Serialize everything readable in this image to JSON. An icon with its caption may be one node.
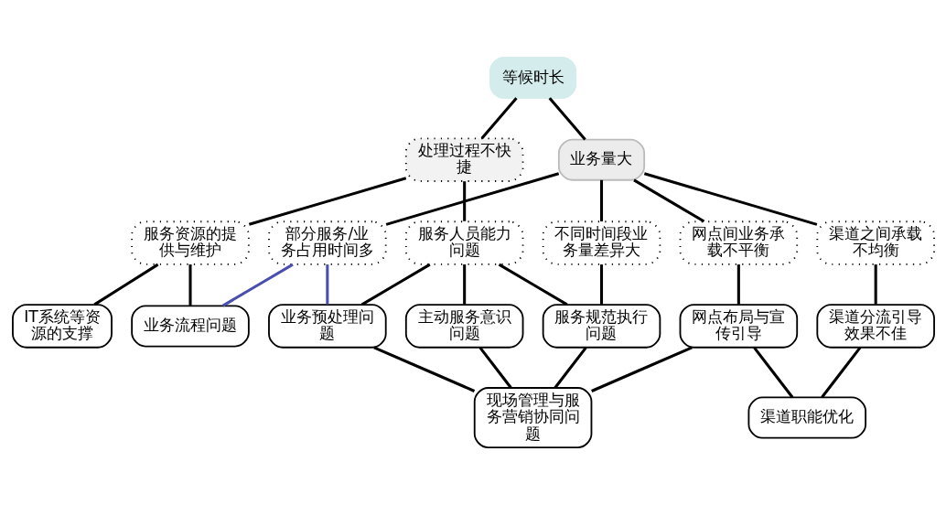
{
  "diagram": {
    "nodes": [
      {
        "text": [
          "等候时长"
        ]
      },
      {
        "text": [
          "处理过程不快捷"
        ]
      },
      {
        "text": [
          "业务量大"
        ]
      },
      {
        "text": [
          "服务资源的提供与维护"
        ]
      },
      {
        "text": [
          "服务人员能力问题"
        ]
      },
      {
        "text": [
          "部分服务/业务占用时间多"
        ]
      },
      {
        "text": [
          "不同时间段业务量差异大"
        ]
      },
      {
        "text": [
          "网点间业务承载不平衡"
        ]
      },
      {
        "text": [
          "渠道之间承载不均衡"
        ]
      },
      {
        "text": [
          "IT系统等资源的支撑"
        ]
      },
      {
        "text": [
          "业务流程问题"
        ]
      },
      {
        "text": [
          "业务预处理问题"
        ]
      },
      {
        "text": [
          "主动服务意识问题"
        ]
      },
      {
        "text": [
          "服务规范执行问题"
        ]
      },
      {
        "text": [
          "网点布局与宣传引导"
        ]
      },
      {
        "text": [
          "渠道分流引导效果不佳"
        ]
      },
      {
        "text": [
          "现场管理与服务营销协同问题"
        ]
      },
      {
        "text": [
          "渠道职能优化"
        ]
      }
    ],
    "edges": [
      {
        "from": 0,
        "to": 1,
        "arrow": "none"
      },
      {
        "from": 0,
        "to": 2,
        "arrow": "none"
      },
      {
        "from": 1,
        "to": 3,
        "arrow": "none"
      },
      {
        "from": 1,
        "to": 4,
        "arrow": "none"
      },
      {
        "from": 2,
        "to": 5,
        "arrow": "none"
      },
      {
        "from": 2,
        "to": 6,
        "arrow": "none"
      },
      {
        "from": 2,
        "to": 7,
        "arrow": "none"
      },
      {
        "from": 2,
        "to": 8,
        "arrow": "none"
      },
      {
        "from": 3,
        "to": 9,
        "arrow": "none"
      },
      {
        "from": 3,
        "to": 10,
        "arrow": "none"
      },
      {
        "from": 4,
        "to": 11,
        "arrow": "none"
      },
      {
        "from": 4,
        "to": 12,
        "arrow": "none"
      },
      {
        "from": 4,
        "to": 13,
        "arrow": "none"
      },
      {
        "from": 5,
        "to": 10,
        "arrow": "none",
        "color": "#4a4fae"
      },
      {
        "from": 5,
        "to": 11,
        "arrow": "none",
        "color": "#4a4fae"
      },
      {
        "from": 6,
        "to": 13,
        "arrow": "none"
      },
      {
        "from": 7,
        "to": 14,
        "arrow": "none"
      },
      {
        "from": 8,
        "to": 15,
        "arrow": "none"
      },
      {
        "from": 11,
        "to": 16,
        "arrow": "none"
      },
      {
        "from": 12,
        "to": 16,
        "arrow": "none"
      },
      {
        "from": 13,
        "to": 16,
        "arrow": "none"
      },
      {
        "from": 14,
        "to": 16,
        "arrow": "none"
      },
      {
        "from": 14,
        "to": 17,
        "arrow": "none"
      },
      {
        "from": 15,
        "to": 17,
        "arrow": "none"
      }
    ]
  }
}
